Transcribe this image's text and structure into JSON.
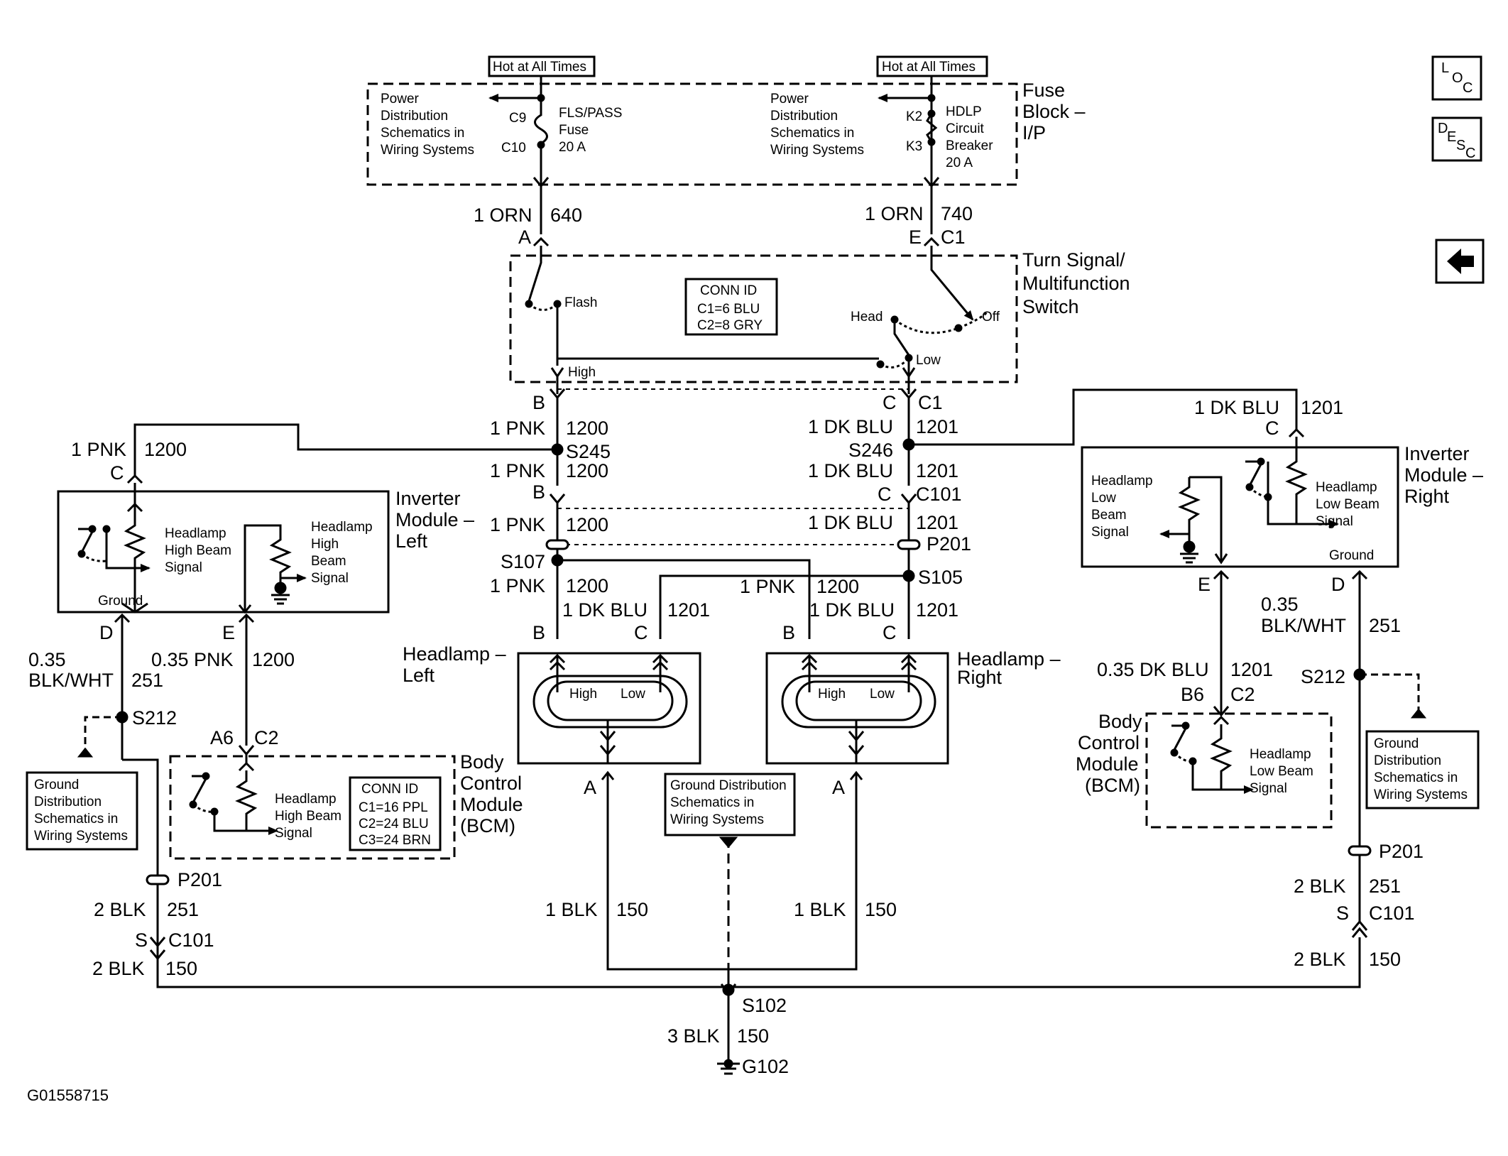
{
  "fuse": {
    "hot_left": "Hot at All Times",
    "hot_right": "Hot at All Times",
    "pwr_left": [
      "Power",
      "Distribution",
      "Schematics in",
      "Wiring Systems"
    ],
    "pwr_right": [
      "Power",
      "Distribution",
      "Schematics in",
      "Wiring Systems"
    ],
    "c9": "C9",
    "c10": "C10",
    "k2": "K2",
    "k3": "K3",
    "fuse_left": [
      "FLS/PASS",
      "Fuse",
      "20 A"
    ],
    "fuse_right": [
      "HDLP",
      "Circuit",
      "Breaker",
      "20 A"
    ],
    "title": [
      "Fuse",
      "Block –",
      "I/P"
    ]
  },
  "wires": {
    "orn_l": "1 ORN",
    "c640": "640",
    "pin_a": "A",
    "orn_r": "1 ORN",
    "c740": "740",
    "pin_e": "E",
    "c1": "C1",
    "pin_b1": "B",
    "pnk1": "1 PNK",
    "c1200a": "1200",
    "s245": "S245",
    "pnk2": "1 PNK",
    "c1200b": "1200",
    "pin_b2": "B",
    "pnk3": "1 PNK",
    "c1200c": "1200",
    "s107": "S107",
    "pnk4": "1 PNK",
    "c1200d": "1200",
    "dkblu_hl": "1 DK BLU",
    "c1201_hl": "1201",
    "pin_b_hl": "B",
    "pin_c_hl": "C",
    "pin_c1": "C",
    "c1b": "C1",
    "dkblu1": "1 DK BLU",
    "c1201a": "1201",
    "s246": "S246",
    "dkblu2": "1 DK BLU",
    "c1201b": "1201",
    "pin_c2": "C",
    "c101": "C101",
    "dkblu3": "1 DK BLU",
    "c1201c": "1201",
    "p201": "P201",
    "s105": "S105",
    "pnk_r": "1 PNK",
    "c1200_r": "1200",
    "dkblu_r": "1 DK BLU",
    "c1201_r": "1201",
    "pin_b_hr": "B",
    "pin_c_hr": "C",
    "pin_a_hl": "A",
    "pin_a_hr": "A",
    "blk_l": "1 BLK",
    "c150_l": "150",
    "blk_r": "1 BLK",
    "c150_r": "150",
    "s102": "S102",
    "blk3": "3 BLK",
    "c150_g": "150",
    "g102": "G102",
    "l_pnk": "1 PNK",
    "l_1200": "1200",
    "l_pin_c": "C",
    "l_pin_d": "D",
    "l_pin_e": "E",
    "l_035": "0.35",
    "l_blkwht": "BLK/WHT",
    "l_251": "251",
    "l_035pnk": "0.35 PNK",
    "l_1200b": "1200",
    "l_s212": "S212",
    "l_a6": "A6",
    "l_c2": "C2",
    "l_p201": "P201",
    "l_2blk": "2 BLK",
    "l_251b": "251",
    "l_s": "S",
    "l_c101": "C101",
    "l_2blk2": "2 BLK",
    "l_150": "150",
    "r_dkblu": "1 DK BLU",
    "r_1201": "1201",
    "r_pin_c": "C",
    "r_pin_e": "E",
    "r_pin_d": "D",
    "r_035": "0.35",
    "r_blkwht": "BLK/WHT",
    "r_251": "251",
    "r_s212": "S212",
    "r_035dkblu": "0.35 DK BLU",
    "r_1201b": "1201",
    "r_b6": "B6",
    "r_c2": "C2",
    "r_p201": "P201",
    "r_2blk": "2 BLK",
    "r_251b": "251",
    "r_s": "S",
    "r_c101": "C101",
    "r_2blk2": "2 BLK",
    "r_150": "150"
  },
  "switch": {
    "title": [
      "Turn Signal/",
      "Multifunction",
      "Switch"
    ],
    "flash": "Flash",
    "high": "High",
    "head": "Head",
    "off": "Off",
    "low": "Low",
    "conn_title": "CONN ID",
    "conn_lines": [
      "C1=6 BLU",
      "C2=8 GRY"
    ]
  },
  "inv_left": {
    "title": [
      "Inverter",
      "Module –",
      "Left"
    ],
    "sig1": [
      "Headlamp",
      "High Beam",
      "Signal"
    ],
    "sig2": [
      "Headlamp",
      "High",
      "Beam",
      "Signal"
    ],
    "ground": "Ground"
  },
  "inv_right": {
    "title": [
      "Inverter",
      "Module –",
      "Right"
    ],
    "sig1": [
      "Headlamp",
      "Low",
      "Beam",
      "Signal"
    ],
    "sig2": [
      "Headlamp",
      "Low Beam",
      "Signal"
    ],
    "ground": "Ground"
  },
  "bcm_left": {
    "title": [
      "Body",
      "Control",
      "Module",
      "(BCM)"
    ],
    "sig": [
      "Headlamp",
      "High Beam",
      "Signal"
    ],
    "conn_title": "CONN ID",
    "conn_lines": [
      "C1=16 PPL",
      "C2=24 BLU",
      "C3=24 BRN"
    ]
  },
  "bcm_right": {
    "title": [
      "Body",
      "Control",
      "Module",
      "(BCM)"
    ],
    "sig": [
      "Headlamp",
      "Low Beam",
      "Signal"
    ]
  },
  "lamps": {
    "left_title": [
      "Headlamp –",
      "Left"
    ],
    "right_title": [
      "Headlamp –",
      "Right"
    ],
    "high": "High",
    "low": "Low",
    "high_r": "High",
    "low_r": "Low"
  },
  "grounds": {
    "left": [
      "Ground",
      "Distribution",
      "Schematics in",
      "Wiring Systems"
    ],
    "center": [
      "Ground Distribution",
      "Schematics in",
      "Wiring Systems"
    ],
    "right": [
      "Ground",
      "Distribution",
      "Schematics in",
      "Wiring Systems"
    ]
  },
  "nav": {
    "loc": [
      "L",
      "O",
      "C"
    ],
    "desc": [
      "D",
      "E",
      "S",
      "C"
    ],
    "back_icon": "arrow-left-icon"
  },
  "figure_id": "G01558715"
}
